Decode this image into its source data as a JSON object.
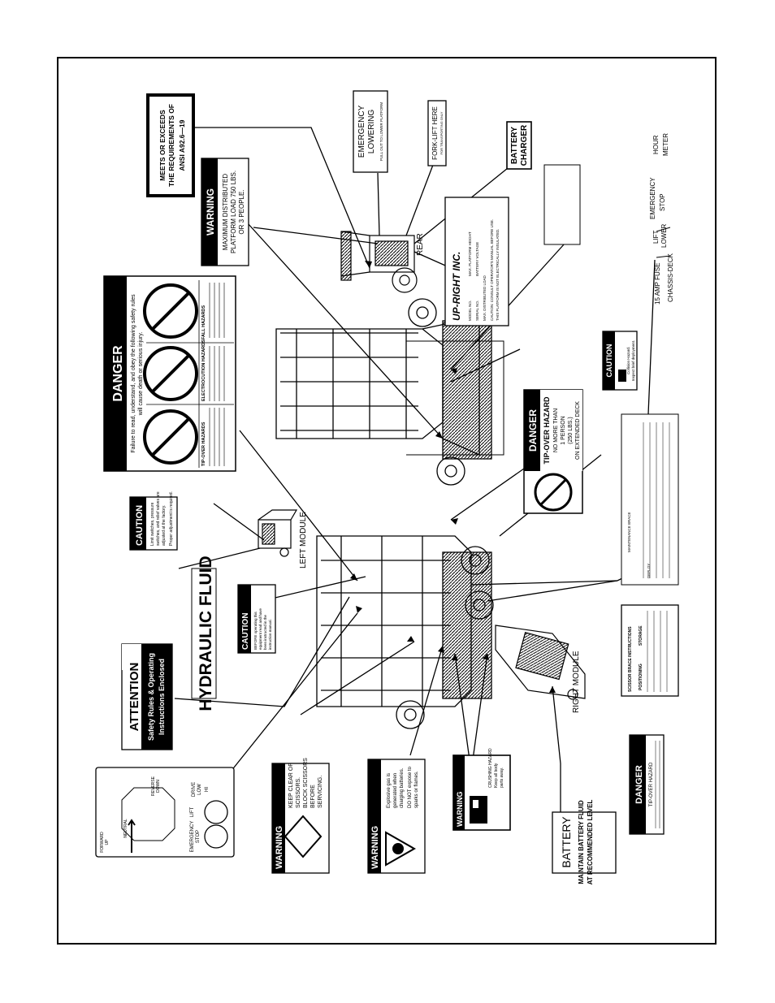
{
  "labels": {
    "left_module": "LEFT MODULE",
    "right_module": "RIGHT MODULE",
    "rear": "REAR"
  },
  "decals": {
    "ansi": {
      "line1": "MEETS OR EXCEEDS",
      "line2": "THE REQUIREMENTS OF",
      "line3": "ANSI A92.6—19"
    },
    "emergency_lowering": {
      "line1": "EMERGENCY",
      "line2": "LOWERING",
      "small": "PULL OUT TO LOWER PLATFORM"
    },
    "fork_lift": {
      "line1": "FORK-LIFT HERE",
      "small": "FOR TRANSPORTING ONLY"
    },
    "battery_charger": {
      "line1": "BATTERY",
      "line2": "CHARGER"
    },
    "warning_load": {
      "header": "WARNING",
      "line1": "MAXIMUM DISTRIBUTED",
      "line2": "PLATFORM LOAD 750 LBS.",
      "line3": "OR 3 PEOPLE."
    },
    "upright_plate": {
      "brand": "UP-RIGHT INC.",
      "line1": "MODEL NO.",
      "line1b": "MAX. PLATFORM HEIGHT",
      "line2": "SERIAL NO.",
      "line2b": "BATTERY VOLTAGE",
      "line3": "MAX. DISTRIBUTED LOAD",
      "line4": "CAUTION: CONSULT OPERATOR'S MANUAL BEFORE USE.",
      "line5": "THIS PLATFORM IS NOT ELECTRICALLY INSULATED."
    },
    "switch_panel": {
      "fuse": "15 AMP FUSE",
      "chassis": "CHASSIS-DECK",
      "lift": "LIFT",
      "lower": "LOWER",
      "emergency": "EMERGENCY",
      "stop": "STOP",
      "hour": "HOUR",
      "meter": "METER"
    },
    "danger_main": {
      "header": "DANGER",
      "sub1": "Failure to read, understand, and obey the following safety rules",
      "sub2": "will cause death or serious injury.",
      "col1": "TIP-OVER HAZARDS",
      "col2": "ELECTROCUTION HAZARDS",
      "col3": "FALL HAZARDS"
    },
    "caution_limit": {
      "header": "CAUTION",
      "line1": "Limit switches, pressure",
      "line2": "switches, and relief valves are",
      "line3": "adjusted at the factory.",
      "line4": "Proper adjustment is required."
    },
    "hydraulic": {
      "text": "HYDRAULIC FLUID"
    },
    "caution_before": {
      "header": "CAUTION",
      "line1": "BEFORE operating this",
      "line2": "equipment read and have",
      "line3": "been instructed in the",
      "line4": "instruction manual."
    },
    "attention": {
      "header": "ATTENTION",
      "line1": "Safety Rules & Operating",
      "line2": "Instructions Enclosed"
    },
    "tip_danger": {
      "header": "DANGER",
      "line1": "TIP-OVER HAZARD",
      "line2": "NO MORE THAN",
      "line3": "1 PERSON",
      "line4": "(250 LBS.)",
      "line5": "ON EXTENDED DECK"
    },
    "caution_small": {
      "header": "CAUTION",
      "line1": "Collision Hazard.",
      "line2": "Inspect brief deployment."
    },
    "control_panel": {
      "forward": "FORWARD",
      "up": "UP",
      "neutral": "NEUTRAL",
      "reverse": "REVERSE",
      "down": "DOWN",
      "emergency": "EMERGENCY",
      "stop": "STOP",
      "lift": "LIFT",
      "drive": "DRIVE",
      "low": "LOW",
      "hi": "HI"
    },
    "warning_scissors": {
      "header": "WARNING",
      "line1": "KEEP CLEAR OF",
      "line2": "SCISSORS.",
      "line3": "BLOCK SCISSORS",
      "line4": "BEFORE",
      "line5": "SERVICING."
    },
    "warning_explosive": {
      "header": "WARNING",
      "line1": "Explosive gas is",
      "line2": "generated when",
      "line3": "charging batteries.",
      "line4": "DO NOT expose to",
      "line5": "sparks or flames."
    },
    "warning_crush": {
      "header": "WARNING",
      "line1": "CRUSHING HAZARD",
      "line2": "Keep all body",
      "line3": "parts away."
    },
    "battery_fluid": {
      "line1": "BATTERY",
      "line2": "MAINTAIN BATTERY FLUID",
      "line3": "AT RECOMMENDED LEVEL"
    },
    "danger_tip_small": {
      "header": "DANGER",
      "line1": "TIP-OVER HAZARD"
    },
    "scissor_brace": {
      "title": "SCISSOR BRACE INSTRUCTIONS",
      "storage": "STORAGE",
      "positioning": "POSITIONING",
      "deploy": "DEPLOY",
      "maint": "MAINTENANCE BRACE"
    }
  }
}
